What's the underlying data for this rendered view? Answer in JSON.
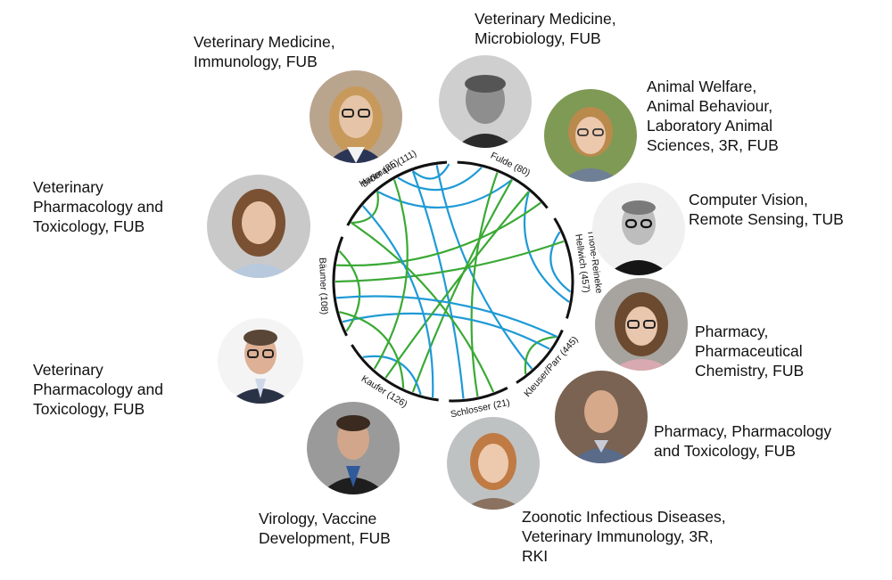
{
  "colors": {
    "blue": "#1f9ad6",
    "green": "#3aa935",
    "ring": "#111111"
  },
  "members": [
    {
      "id": "hartmann",
      "segment_label": "Hartmann (111)",
      "caption": "Veterinary Medicine,\nImmunology, FUB",
      "photo": "woman-glasses-blond"
    },
    {
      "id": "fulde",
      "segment_label": "Fulde (80)",
      "caption": "Veterinary Medicine,\nMicrobiology, FUB",
      "photo": "man-grey-bw"
    },
    {
      "id": "thoene",
      "segment_label": "Thöne-Reineke",
      "caption": "Animal Welfare,\nAnimal Behaviour,\nLaboratory Animal\nSciences, 3R, FUB",
      "photo": "woman-glasses-short"
    },
    {
      "id": "hellwich",
      "segment_label": "Hellwich (457)",
      "caption": "Computer Vision,\nRemote Sensing, TUB",
      "photo": "man-glasses-bw"
    },
    {
      "id": "kleuser",
      "segment_label": "Kleuser/Parr (445)",
      "caption": "Pharmacy,\nPharmaceutical\nChemistry, FUB",
      "photo": "woman-glasses-brown"
    },
    {
      "id": "schlosser",
      "segment_label": "Schlosser (21)",
      "caption": "Pharmacy, Pharmacology\nand Toxicology, FUB",
      "photo": "man-bald-checked"
    },
    {
      "id": "kaufer",
      "segment_label": "Kaufer  (126)",
      "caption": "Zoonotic Infectious Diseases,\nVeterinary Immunology, 3R,\nRKI",
      "photo": "woman-red-hair"
    },
    {
      "id": "baeumer",
      "segment_label": "Bäumer (108)",
      "caption": "Virology, Vaccine\nDevelopment, FUB",
      "photo": "man-dark-hair"
    },
    {
      "id": "baeumer2",
      "segment_label": "",
      "caption": "Veterinary\nPharmacology and\nToxicology, FUB",
      "photo": "man-glasses-suit"
    },
    {
      "id": "broeer",
      "segment_label": "Bröer (25)",
      "caption": "Veterinary\nPharmacology and\nToxicology, FUB",
      "photo": "woman-brown-hair"
    }
  ]
}
